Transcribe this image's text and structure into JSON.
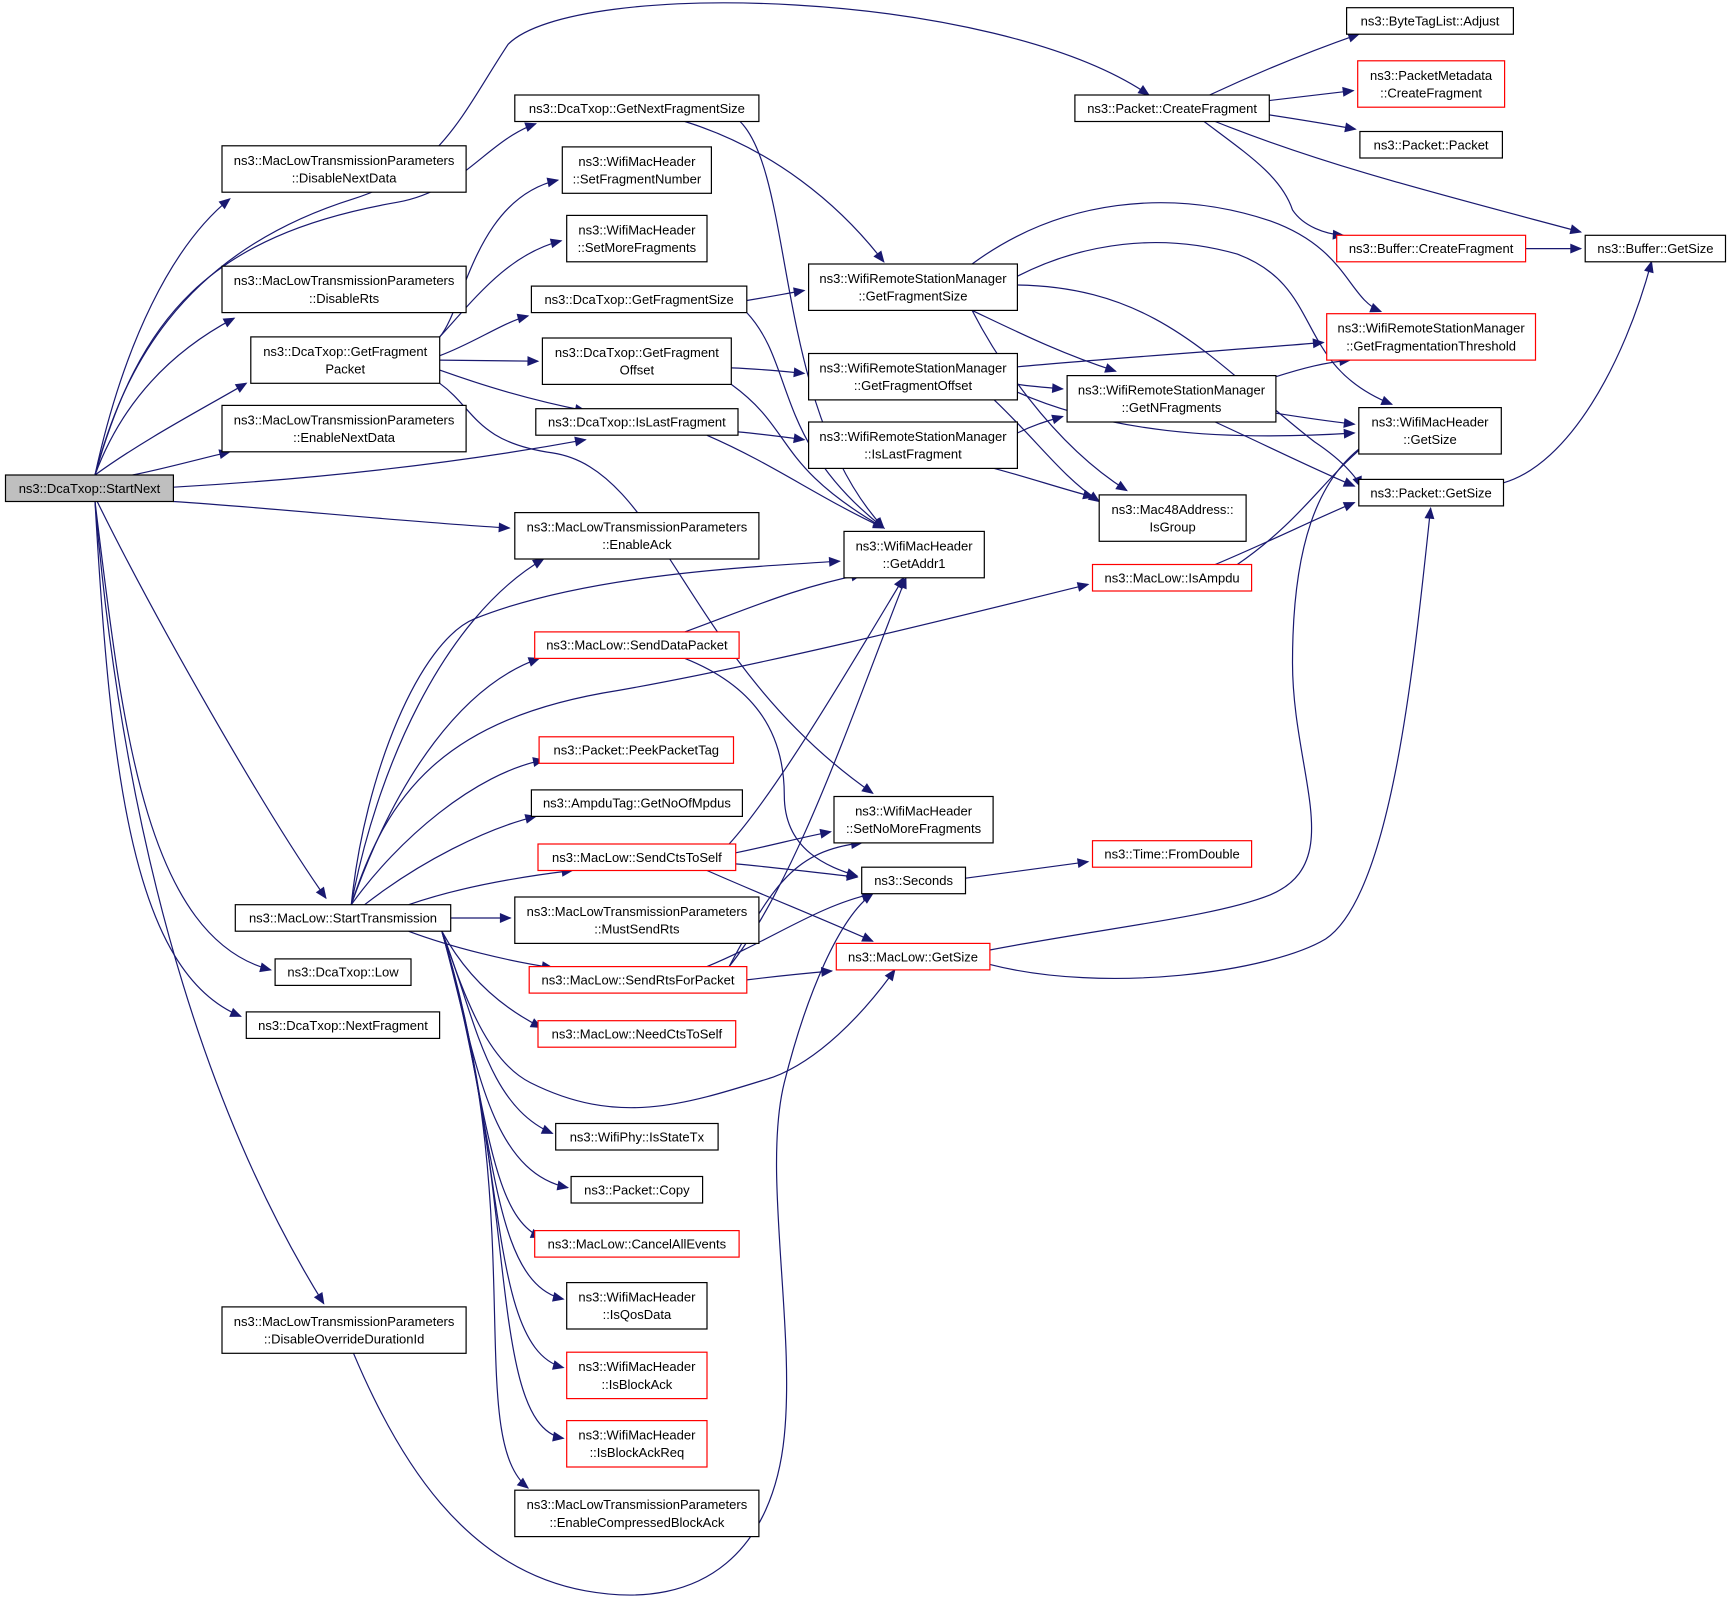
{
  "diagram": {
    "root": "ns3::DcaTxop::StartNext",
    "colors": {
      "edge": "#191970",
      "box_border": "#000000",
      "box_border_undocumented": "#ff0000",
      "root_fill": "#bfbfbf"
    },
    "nodes": [
      {
        "id": "startnext",
        "lines": [
          "ns3::DcaTxop::StartNext"
        ],
        "root": true
      },
      {
        "id": "disablenextdata",
        "lines": [
          "ns3::MacLowTransmissionParameters",
          "::DisableNextData"
        ]
      },
      {
        "id": "disablerts",
        "lines": [
          "ns3::MacLowTransmissionParameters",
          "::DisableRts"
        ]
      },
      {
        "id": "getfragpacket",
        "lines": [
          "ns3::DcaTxop::GetFragment",
          "Packet"
        ]
      },
      {
        "id": "enablenextdata",
        "lines": [
          "ns3::MacLowTransmissionParameters",
          "::EnableNextData"
        ]
      },
      {
        "id": "getnextfragsize",
        "lines": [
          "ns3::DcaTxop::GetNextFragmentSize"
        ]
      },
      {
        "id": "setfragnum",
        "lines": [
          "ns3::WifiMacHeader",
          "::SetFragmentNumber"
        ]
      },
      {
        "id": "setmorefrags",
        "lines": [
          "ns3::WifiMacHeader",
          "::SetMoreFragments"
        ]
      },
      {
        "id": "getfragsize",
        "lines": [
          "ns3::DcaTxop::GetFragmentSize"
        ]
      },
      {
        "id": "getfragoffset",
        "lines": [
          "ns3::DcaTxop::GetFragment",
          "Offset"
        ]
      },
      {
        "id": "islastfrag",
        "lines": [
          "ns3::DcaTxop::IsLastFragment"
        ]
      },
      {
        "id": "enableack",
        "lines": [
          "ns3::MacLowTransmissionParameters",
          "::EnableAck"
        ]
      },
      {
        "id": "wrsm_getfragsize",
        "lines": [
          "ns3::WifiRemoteStationManager",
          "::GetFragmentSize"
        ]
      },
      {
        "id": "wrsm_getfragoffset",
        "lines": [
          "ns3::WifiRemoteStationManager",
          "::GetFragmentOffset"
        ]
      },
      {
        "id": "wrsm_islastfrag",
        "lines": [
          "ns3::WifiRemoteStationManager",
          "::IsLastFragment"
        ]
      },
      {
        "id": "getaddr1",
        "lines": [
          "ns3::WifiMacHeader",
          "::GetAddr1"
        ]
      },
      {
        "id": "wrsm_getnfrags",
        "lines": [
          "ns3::WifiRemoteStationManager",
          "::GetNFragments"
        ]
      },
      {
        "id": "mac48_isgroup",
        "lines": [
          "ns3::Mac48Address::",
          "IsGroup"
        ]
      },
      {
        "id": "pkt_createfrag",
        "lines": [
          "ns3::Packet::CreateFragment"
        ]
      },
      {
        "id": "bytetag_adjust",
        "lines": [
          "ns3::ByteTagList::Adjust"
        ]
      },
      {
        "id": "pktmeta_createfrag",
        "lines": [
          "ns3::PacketMetadata",
          "::CreateFragment"
        ],
        "red": true
      },
      {
        "id": "pkt_packet",
        "lines": [
          "ns3::Packet::Packet"
        ]
      },
      {
        "id": "buf_createfrag",
        "lines": [
          "ns3::Buffer::CreateFragment"
        ],
        "red": true
      },
      {
        "id": "buf_getsize",
        "lines": [
          "ns3::Buffer::GetSize"
        ]
      },
      {
        "id": "wrsm_getfragthresh",
        "lines": [
          "ns3::WifiRemoteStationManager",
          "::GetFragmentationThreshold"
        ],
        "red": true
      },
      {
        "id": "wmh_getsize",
        "lines": [
          "ns3::WifiMacHeader",
          "::GetSize"
        ]
      },
      {
        "id": "pkt_getsize",
        "lines": [
          "ns3::Packet::GetSize"
        ]
      },
      {
        "id": "maclow_isampdu",
        "lines": [
          "ns3::MacLow::IsAmpdu"
        ],
        "red": true
      },
      {
        "id": "senddatapacket",
        "lines": [
          "ns3::MacLow::SendDataPacket"
        ],
        "red": true
      },
      {
        "id": "peekpackettag",
        "lines": [
          "ns3::Packet::PeekPacketTag"
        ],
        "red": true
      },
      {
        "id": "ampdu_getnompdus",
        "lines": [
          "ns3::AmpduTag::GetNoOfMpdus"
        ]
      },
      {
        "id": "setnomorefrags",
        "lines": [
          "ns3::WifiMacHeader",
          "::SetNoMoreFragments"
        ]
      },
      {
        "id": "sendctstoself",
        "lines": [
          "ns3::MacLow::SendCtsToSelf"
        ],
        "red": true
      },
      {
        "id": "seconds",
        "lines": [
          "ns3::Seconds"
        ]
      },
      {
        "id": "time_fromdouble",
        "lines": [
          "ns3::Time::FromDouble"
        ],
        "red": true
      },
      {
        "id": "starttransmission",
        "lines": [
          "ns3::MacLow::StartTransmission"
        ]
      },
      {
        "id": "mustsendrts",
        "lines": [
          "ns3::MacLowTransmissionParameters",
          "::MustSendRts"
        ]
      },
      {
        "id": "sendrtsforpacket",
        "lines": [
          "ns3::MacLow::SendRtsForPacket"
        ],
        "red": true
      },
      {
        "id": "maclow_getsize",
        "lines": [
          "ns3::MacLow::GetSize"
        ],
        "red": true
      },
      {
        "id": "dcatxop_low",
        "lines": [
          "ns3::DcaTxop::Low"
        ]
      },
      {
        "id": "nextfragment",
        "lines": [
          "ns3::DcaTxop::NextFragment"
        ]
      },
      {
        "id": "needctstoself",
        "lines": [
          "ns3::MacLow::NeedCtsToSelf"
        ],
        "red": true
      },
      {
        "id": "isstatetx",
        "lines": [
          "ns3::WifiPhy::IsStateTx"
        ]
      },
      {
        "id": "pkt_copy",
        "lines": [
          "ns3::Packet::Copy"
        ]
      },
      {
        "id": "cancelallevents",
        "lines": [
          "ns3::MacLow::CancelAllEvents"
        ],
        "red": true
      },
      {
        "id": "isqosdata",
        "lines": [
          "ns3::WifiMacHeader",
          "::IsQosData"
        ]
      },
      {
        "id": "isblockack",
        "lines": [
          "ns3::WifiMacHeader",
          "::IsBlockAck"
        ],
        "red": true
      },
      {
        "id": "isblockackreq",
        "lines": [
          "ns3::WifiMacHeader",
          "::IsBlockAckReq"
        ],
        "red": true
      },
      {
        "id": "disableoverride",
        "lines": [
          "ns3::MacLowTransmissionParameters",
          "::DisableOverrideDurationId"
        ]
      },
      {
        "id": "enablecompressedba",
        "lines": [
          "ns3::MacLowTransmissionParameters",
          "::EnableCompressedBlockAck"
        ]
      }
    ]
  }
}
